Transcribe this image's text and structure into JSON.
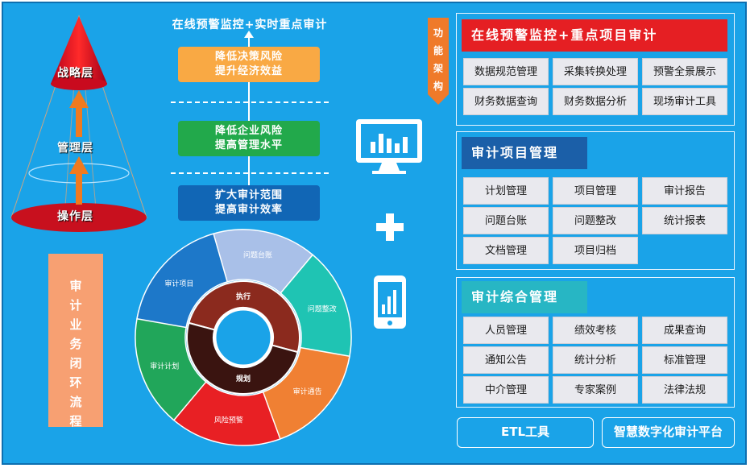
{
  "pyramid": {
    "top": "战略层",
    "middle": "管理层",
    "bottom": "操作层"
  },
  "top_caption": "在线预警监控+实时重点审计",
  "steps": [
    {
      "line1": "降低决策风险",
      "line2": "提升经济效益",
      "color": "#f9a944"
    },
    {
      "line1": "降低企业风险",
      "line2": "提高管理水平",
      "color": "#22a94b"
    },
    {
      "line1": "扩大审计范围",
      "line2": "提高审计效率",
      "color": "#1166b5"
    }
  ],
  "loop_label": "审计业务闭环流程",
  "cycle": {
    "outer": [
      "问题台账",
      "问题整改",
      "审计通告",
      "风险预警",
      "审计计划",
      "审计项目"
    ],
    "inner": [
      "执行",
      "规划"
    ],
    "colors": [
      "#a9c0e8",
      "#1fc4b3",
      "#f08033",
      "#e82024",
      "#21a65a",
      "#1d78c9"
    ]
  },
  "icons": {
    "monitor": "monitor-chart-icon",
    "plus": "plus-icon",
    "phone": "phone-chart-icon"
  },
  "func_tag": "功能架构",
  "panels": [
    {
      "title": "在线预警监控+重点项目审计",
      "title_bg": "#e51f23",
      "items": [
        "数据规范管理",
        "采集转换处理",
        "预警全景展示",
        "财务数据查询",
        "财务数据分析",
        "现场审计工具"
      ]
    },
    {
      "title": "审计项目管理",
      "title_bg": "#1b5fa8",
      "items": [
        "计划管理",
        "项目管理",
        "审计报告",
        "问题台账",
        "问题整改",
        "统计报表",
        "文档管理",
        "项目归档"
      ]
    },
    {
      "title": "审计综合管理",
      "title_bg": "#27b6c4",
      "items": [
        "人员管理",
        "绩效考核",
        "成果查询",
        "通知公告",
        "统计分析",
        "标准管理",
        "中介管理",
        "专家案例",
        "法律法规"
      ]
    }
  ],
  "bottom": {
    "etl": "ETL工具",
    "platform": "智慧数字化审计平台"
  }
}
